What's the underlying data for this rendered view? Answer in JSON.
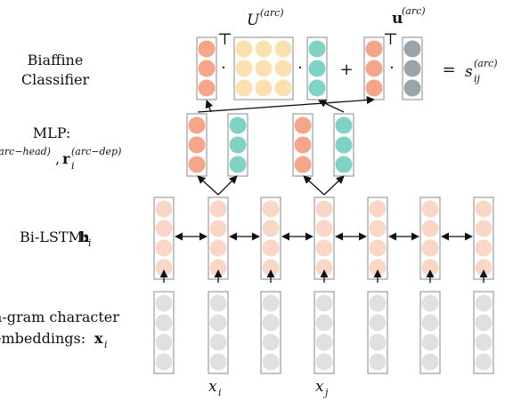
{
  "labels": {
    "biaffine_line1": "Biaffine",
    "biaffine_line2": "Classifier",
    "mlp_line1": "MLP:",
    "mlp_head_sup": "(arc−head)",
    "mlp_dep_r": "r",
    "mlp_dep_sub": "i",
    "mlp_dep_sup": "(arc−dep)",
    "bilstm_prefix": "Bi-LSTM:",
    "bilstm_h": "h",
    "bilstm_sub": "i",
    "emb_line1": "n-gram character",
    "emb_line2": "embeddings: ",
    "emb_x": "x",
    "emb_sub": "i"
  },
  "equation": {
    "U": "U",
    "U_sup": "(arc)",
    "u": "u",
    "u_sup": "(arc)",
    "transpose": "⊤",
    "dot": "·",
    "plus": "+",
    "equals": "=",
    "s": "s",
    "s_sup": "(arc)",
    "s_sub": "ij"
  },
  "bottom_labels": {
    "xi": "x",
    "xi_sub": "i",
    "xj": "x",
    "xj_sub": "j"
  },
  "colors": {
    "head": "#f4a58a",
    "dep": "#7fd3c4",
    "matrix": "#fbe0b0",
    "bias": "#9aa5aa",
    "lstm": "#f9d2c0",
    "embedding": "#d9dcdb",
    "frame": "#888888"
  }
}
